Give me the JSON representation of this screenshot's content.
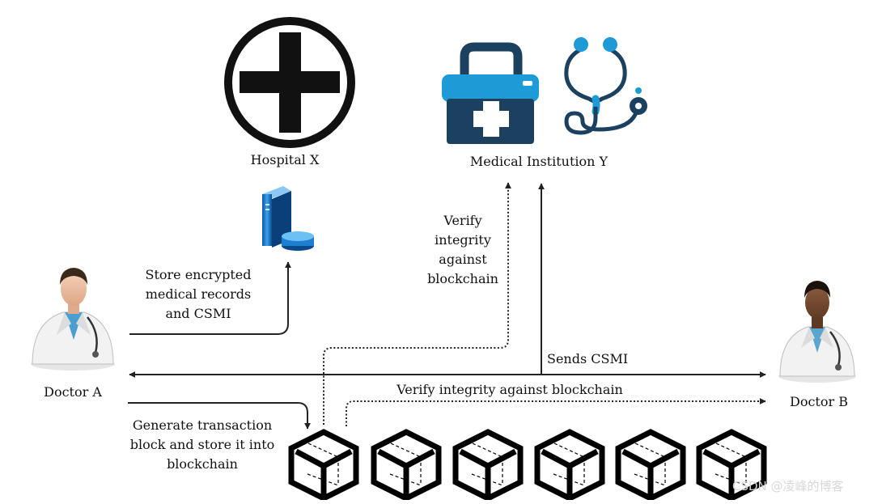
{
  "nodes": {
    "hospital": "Hospital X",
    "institution": "Medical Institution Y",
    "doctor_a": "Doctor A",
    "doctor_b": "Doctor B"
  },
  "edges": {
    "store": [
      "Store encrypted",
      "medical records",
      "and CSMI"
    ],
    "verify_y": [
      "Verify",
      "integrity",
      "against",
      "blockchain"
    ],
    "sends": "Sends CSMI",
    "verify_b": "Verify integrity against blockchain",
    "generate": [
      "Generate transaction",
      "block and store it into",
      "blockchain"
    ]
  },
  "blockchain_blocks": 6,
  "watermark": "CSDN @凌峰的博客",
  "colors": {
    "accent": "#1e9ad6",
    "dark": "#1b4060",
    "ink": "#111111",
    "line": "#222222"
  }
}
